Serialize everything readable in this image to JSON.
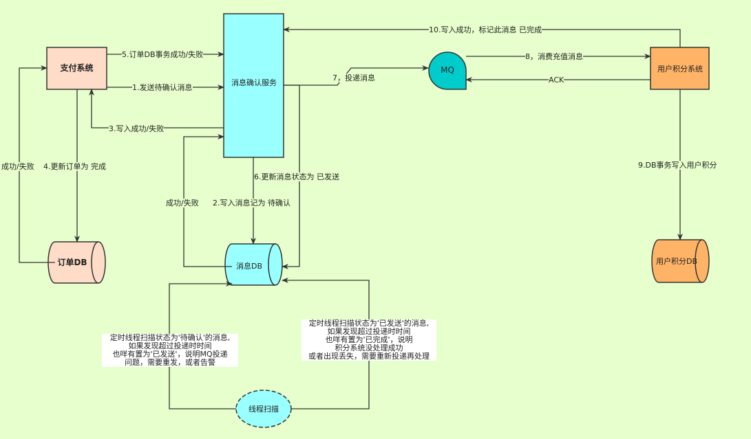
{
  "colors": {
    "background": "#e6ffcc",
    "payment_fill": "#ffdcc8",
    "msg_service_fill": "#99ffff",
    "mq_fill": "#00cccc",
    "points_fill": "#ffb366",
    "order_db_fill": "#ffdcc8",
    "msg_db_fill": "#99ffff",
    "points_db_fill": "#ffb366",
    "scanner_fill": "#99ffff",
    "line": "#333333"
  },
  "nodes": {
    "payment_system": "支付系统",
    "message_service": "消息确认服务",
    "mq": "MQ",
    "points_system": "用户积分系统",
    "order_db": "订单DB",
    "message_db": "消息DB",
    "points_db": "用户积分DB",
    "scanner": "线程扫描"
  },
  "edges": {
    "e1": "1.发送待确认消息",
    "e2": "2.写入消息记为 待确认",
    "e2_back": "成功/失败",
    "e3": "3.写入成功/失败",
    "e4": "4.更新订单为 完成",
    "e4_back": "成功/失败",
    "e5": "5.订单DB事务成功/失败",
    "e6": "6.更新消息状态为 已发送",
    "e7": "7，投递消息",
    "e8": "8，消费充值消息",
    "ack": "ACK",
    "e9": "9.DB事务写入用户积分",
    "e10": "10.写入成功，标记此消息 已完成"
  },
  "notes": {
    "left": "定时线程扫描状态为'待确认'的消息,\n如果发现超过投递时时间\n也咩有置为'已发送'，说明MQ投递\n问题，需要重发，或者告警",
    "right": "定时线程扫描状态为'已发送'的消息,\n如果发现超过投递时时间\n也咩有置为'已完成'，说明\n积分系统没处理成功\n或者出现丢失，需要重新投递再处理"
  }
}
